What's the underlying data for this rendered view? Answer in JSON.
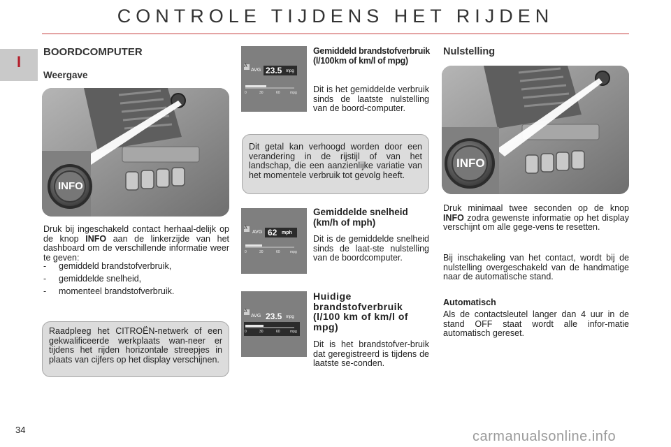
{
  "header": {
    "title": "CONTROLE TIJDENS HET RIJDEN",
    "chapter": "I"
  },
  "left": {
    "section_title": "BOORDCOMPUTER",
    "subsection_title": "Weergave",
    "photo_button_label": "INFO",
    "intro_before": "Druk bij ingeschakeld contact herhaal-delijk op de knop",
    "intro_bold": "INFO",
    "intro_after": "aan de linkerzijde van het dashboard om de verschillende informatie weer te geven:",
    "list": [
      "gemiddeld brandstofverbruik,",
      "gemiddelde snelheid,",
      "momenteel brandstofverbruik."
    ],
    "list_dash": "-",
    "note": "Raadpleeg het CITROËN-netwerk of een gekwalificeerde werkplaats wan-neer er tijdens het rijden horizontale streepjes in plaats van cijfers op het display verschijnen."
  },
  "middle": {
    "items": [
      {
        "title": "Gemiddeld brandstofverbruik (l/100km of km/l of mpg)",
        "text": "Dit is het gemiddelde verbruik sinds de laatste nulstelling van de boord-computer.",
        "display": {
          "label": "AVG",
          "value": "23.5",
          "unit": "mpg",
          "ticks": [
            "0",
            "30",
            "60",
            "mpg"
          ],
          "corner": "A"
        }
      },
      {
        "title": "Gemiddelde snelheid (km/h of mph)",
        "text": "Dit is de gemiddelde snelheid sinds de laat-ste nulstelling van de boordcomputer.",
        "display": {
          "label": "AVG",
          "value": "62",
          "unit": "mph",
          "ticks": [
            "0",
            "30",
            "60",
            "mpg"
          ],
          "corner": "A"
        }
      },
      {
        "title": "Huidige brandstofverbruik (l/100 km of km/l of mpg)",
        "text": "Dit is het brandstofver-bruik dat geregistreerd is tijdens de laatste se-conden.",
        "display": {
          "label": "AVG",
          "value": "23.5",
          "unit": "mpg",
          "ticks": [
            "0",
            "30",
            "60",
            "mpg"
          ],
          "corner": "A"
        }
      }
    ],
    "note": "Dit getal kan verhoogd worden door een verandering in de rijstijl of van het landschap, die een aanzienlijke variatie van het momentele verbruik tot gevolg heeft."
  },
  "right": {
    "section_title": "Nulstelling",
    "photo_button_label": "INFO",
    "p1_before": "Druk minimaal twee seconden op de knop",
    "p1_bold": "INFO",
    "p1_after": "zodra gewenste informatie op het display verschijnt om alle gege-vens te resetten.",
    "p2": "Bij inschakeling van het contact, wordt bij de nulstelling overgeschakeld van de handmatige naar de automatische stand.",
    "sub_title": "Automatisch",
    "p3": "Als de contactsleutel langer dan 4 uur in de stand OFF staat wordt alle infor-matie automatisch gereset."
  },
  "footer": {
    "page_number": "34",
    "watermark": "carmanualsonline.info"
  },
  "colors": {
    "accent": "#b41e2b",
    "rule": "#c43a3a",
    "note_bg": "#dcdcdc",
    "tab_bg": "#c9c9c9",
    "display_bg": "#7f7f7f"
  }
}
